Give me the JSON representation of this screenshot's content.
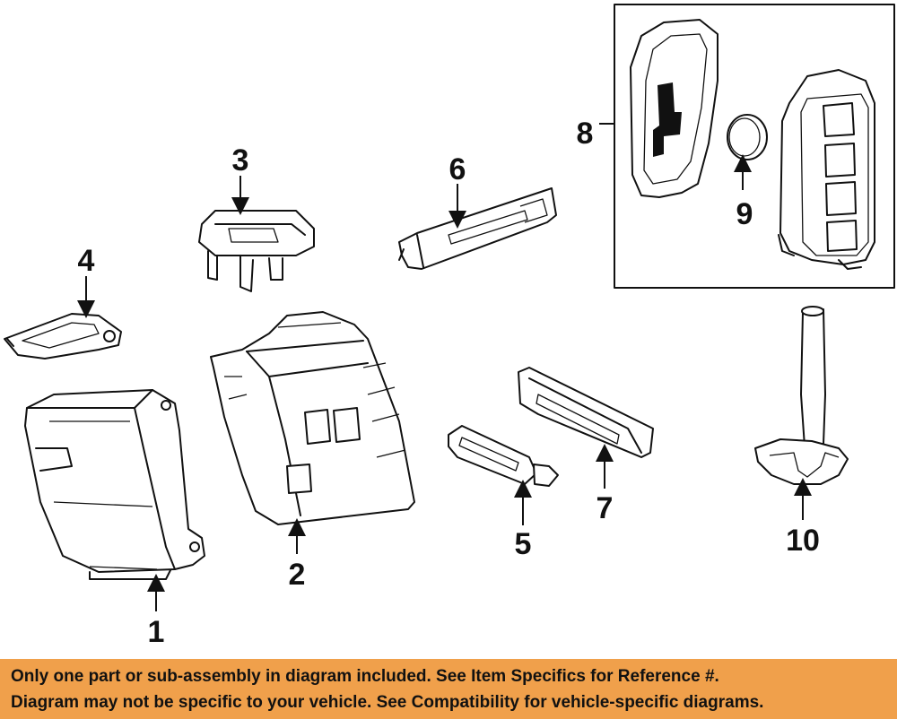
{
  "callouts": {
    "c1": "1",
    "c2": "2",
    "c3": "3",
    "c4": "4",
    "c5": "5",
    "c6": "6",
    "c7": "7",
    "c8": "8",
    "c9": "9",
    "c10": "10"
  },
  "banner": {
    "line1": "Only one part or sub-assembly in diagram included. See Item Specifics for Reference #.",
    "line2": "Diagram may not be specific to your vehicle. See Compatibility for vehicle-specific diagrams."
  },
  "colors": {
    "banner_bg": "#f0a04b",
    "line": "#111111",
    "background": "#ffffff"
  }
}
